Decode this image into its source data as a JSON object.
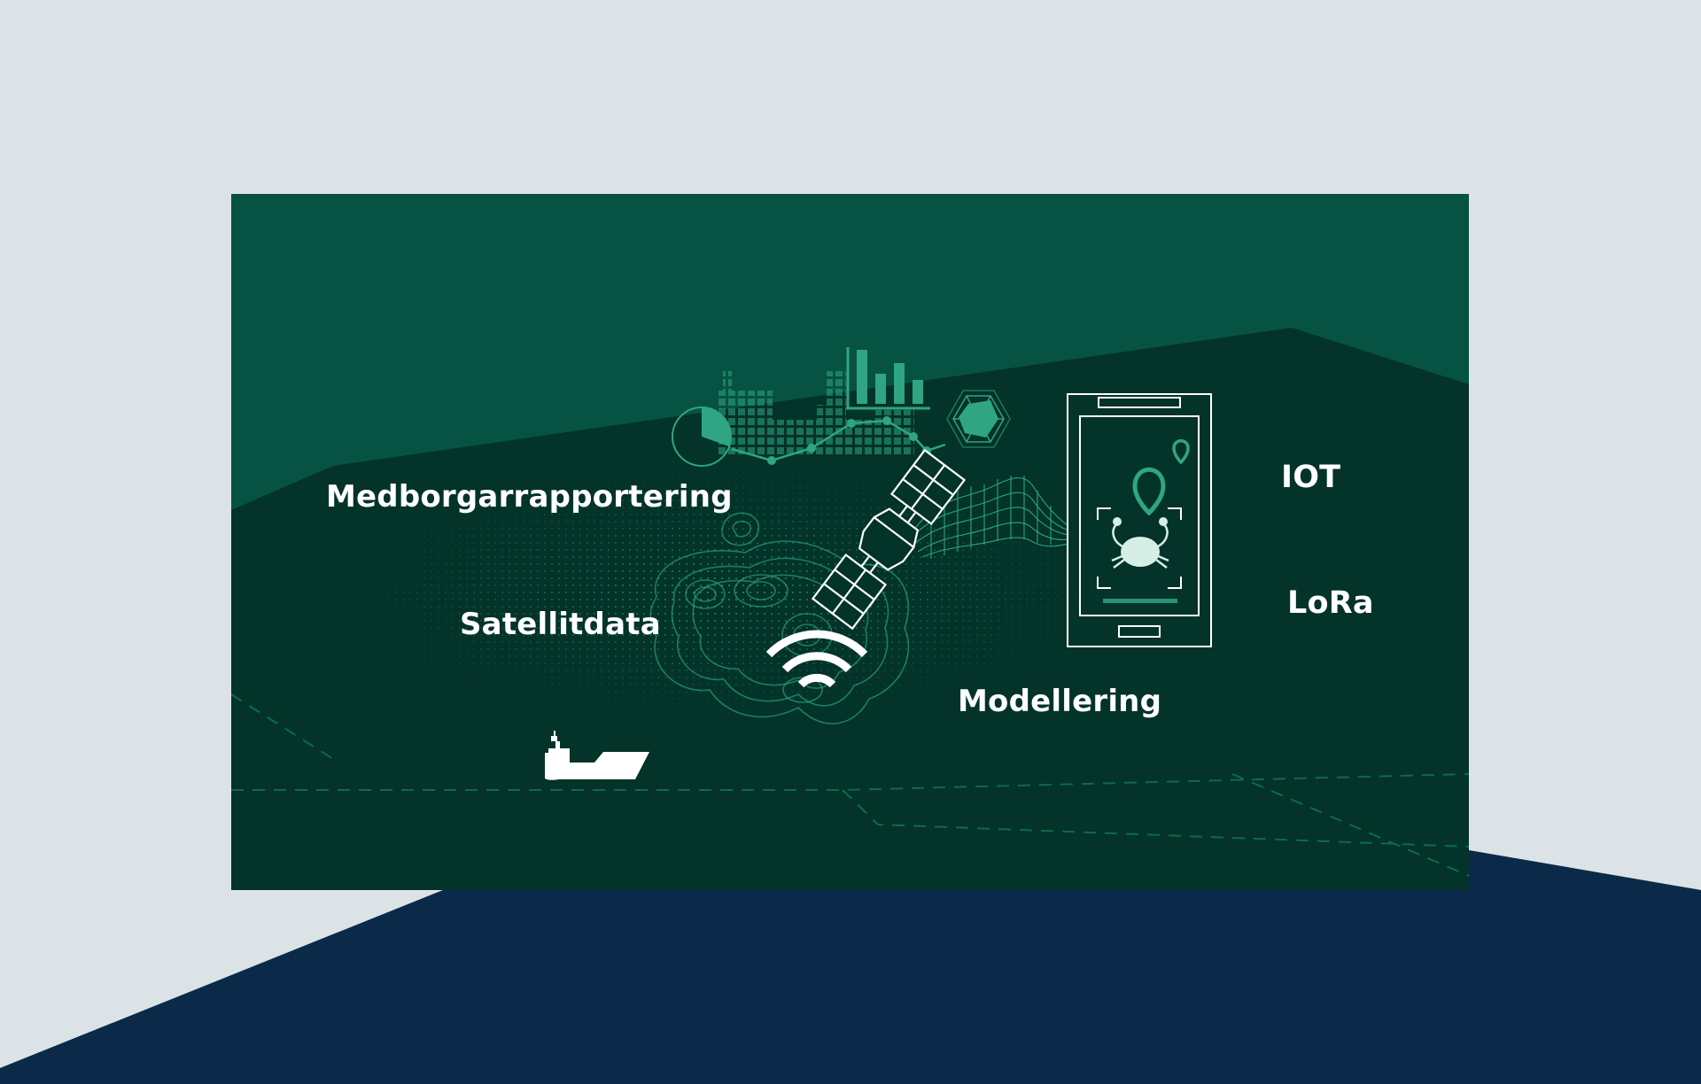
{
  "labels": {
    "medborgar": "Medborgarrapportering",
    "satellit": "Satellitdata",
    "modellering": "Modellering",
    "iot": "IOT",
    "lora": "LoRa"
  },
  "colors": {
    "page_background": "#dce3e6",
    "navy_band": "#0b2a49",
    "panel_top": "#065343",
    "panel_bottom": "#033329",
    "accent_green": "#2fa583",
    "text": "#ffffff"
  },
  "icons": [
    "satellite-icon",
    "wifi-icon",
    "ship-icon",
    "smartphone-icon",
    "crab-icon",
    "map-pin-icon",
    "bar-chart-icon",
    "pie-chart-icon",
    "radar-chart-icon",
    "contour-map-icon"
  ]
}
